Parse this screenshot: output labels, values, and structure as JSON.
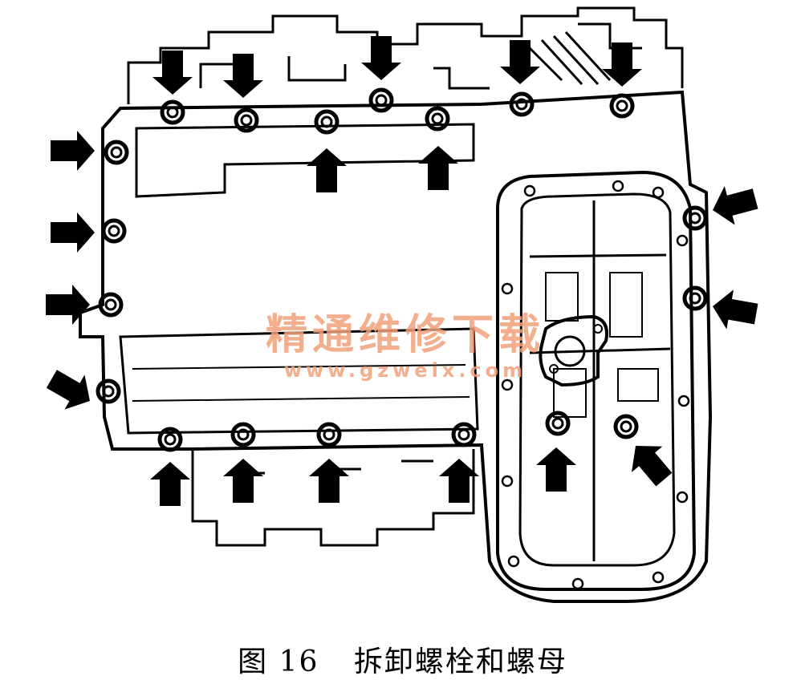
{
  "caption": {
    "figure_label": "图 16",
    "title": "拆卸螺栓和螺母"
  },
  "watermark": {
    "line1": "精通维修下载",
    "line2": "www.gzweix.com",
    "color": "#f2a07a"
  },
  "colors": {
    "ink": "#000000",
    "paper": "#ffffff"
  },
  "icons": {
    "arrow": "arrow-icon",
    "bolt": "bolt-icon"
  }
}
